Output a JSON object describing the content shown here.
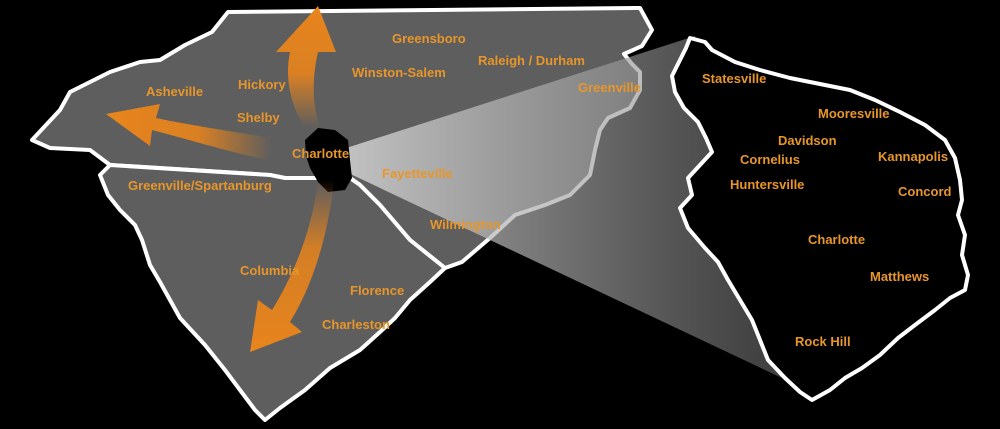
{
  "colors": {
    "background": "#000000",
    "state_fill": "#5e5e5e",
    "border": "#ffffff",
    "label": "#e8962a",
    "arrow": "#e8841c",
    "metro_fill": "#000000"
  },
  "icons": {
    "arrow_north": "arrow-up-icon",
    "arrow_west": "arrow-left-icon",
    "arrow_south": "arrow-down-icon",
    "region_marker": "region-blob"
  },
  "state_map": {
    "cities": {
      "greensboro": "Greensboro",
      "winston_salem": "Winston-Salem",
      "raleigh_durham": "Raleigh / Durham",
      "greenville_nc": "Greenville",
      "asheville": "Asheville",
      "hickory": "Hickory",
      "shelby": "Shelby",
      "charlotte": "Charlotte",
      "fayetteville": "Fayetteville",
      "greenville_spartanburg": "Greenville/Spartanburg",
      "wilmington": "Wilmington",
      "columbia": "Columbia",
      "florence": "Florence",
      "charleston": "Charleston"
    }
  },
  "metro_map": {
    "cities": {
      "statesville": "Statesville",
      "mooresville": "Mooresville",
      "davidson": "Davidson",
      "cornelius": "Cornelius",
      "kannapolis": "Kannapolis",
      "huntersville": "Huntersville",
      "concord": "Concord",
      "charlotte": "Charlotte",
      "matthews": "Matthews",
      "rock_hill": "Rock Hill"
    }
  }
}
